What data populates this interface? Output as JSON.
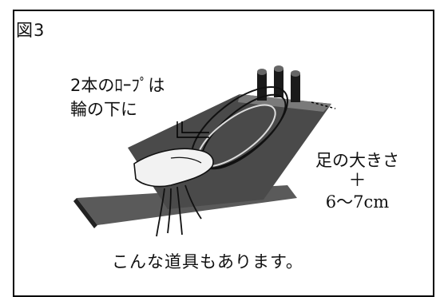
{
  "figure": {
    "label": "図3",
    "rope_note_line1": "2本のﾛｰﾌﾟは",
    "rope_note_line2": "輪の下に",
    "size_note_line1": "足の大きさ",
    "size_note_plus": "＋",
    "size_note_range": "6～7cm",
    "caption": "こんな道具もあります。"
  },
  "colors": {
    "border": "#000000",
    "ink": "#111111",
    "board": "#3a3a3a",
    "hand": "#f2f2f2"
  }
}
